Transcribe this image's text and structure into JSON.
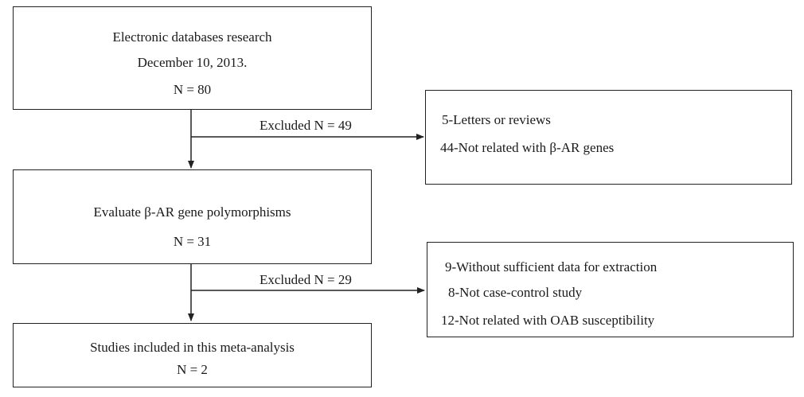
{
  "boxes": {
    "search": {
      "line1": "Electronic databases research",
      "line2": "December 10, 2013.",
      "count": "N = 80"
    },
    "excluded_first": {
      "reason1": "5-Letters or reviews",
      "reason2": "44-Not related with β-AR genes"
    },
    "evaluate": {
      "line1": "Evaluate β-AR gene polymorphisms",
      "count": "N = 31"
    },
    "excluded_second": {
      "reason1": "9-Without sufficient data for extraction",
      "reason2": "8-Not case-control study",
      "reason3": "12-Not related with OAB susceptibility"
    },
    "included": {
      "line1": "Studies included in this meta-analysis",
      "count": "N = 2"
    }
  },
  "arrows": {
    "excluded_first_label": "Excluded N = 49",
    "excluded_second_label": "Excluded N = 29"
  }
}
